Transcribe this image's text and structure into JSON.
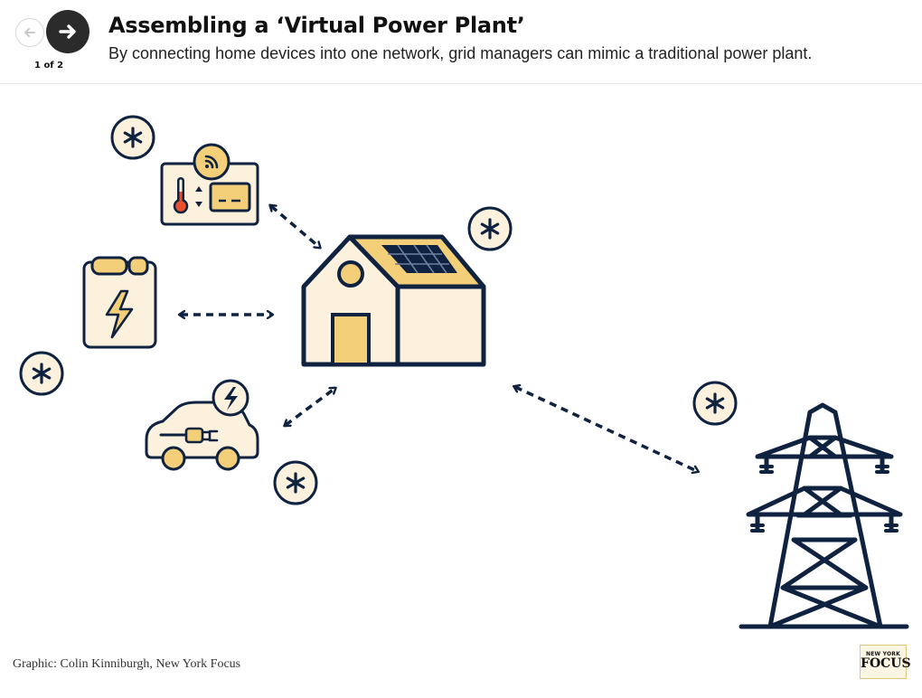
{
  "nav": {
    "page_indicator": "1 of 2",
    "prev_icon": "arrow-left-icon",
    "next_icon": "arrow-right-icon"
  },
  "header": {
    "title": "Assembling a ‘Virtual Power Plant’",
    "subtitle": "By connecting home devices into one network, grid managers can mimic a traditional power plant."
  },
  "diagram": {
    "nodes": [
      "smart-thermostat",
      "home-battery",
      "electric-vehicle",
      "solar-house",
      "transmission-tower"
    ],
    "colors": {
      "navy": "#0f2240",
      "cream": "#fbf1dd",
      "gold": "#f4cf7a",
      "accent_red": "#e8502c"
    }
  },
  "footer": {
    "credit": "Graphic: Colin Kinniburgh, New York Focus",
    "logo_top": "NEW YORK",
    "logo_bottom": "FOCUS"
  }
}
